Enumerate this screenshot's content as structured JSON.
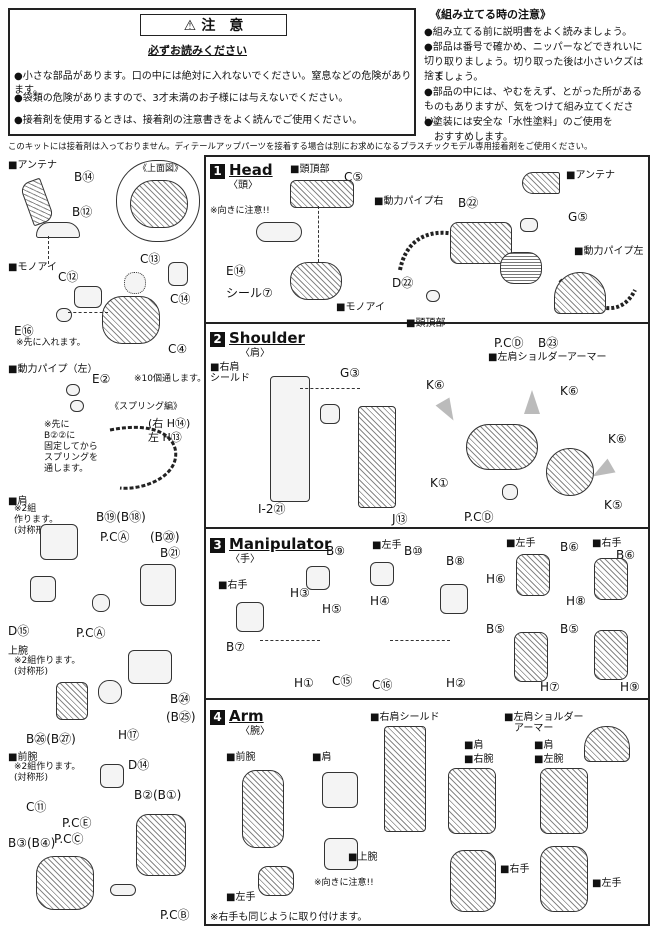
{
  "caution": {
    "title": "注　意",
    "subtitle": "必ずお読みください",
    "lines": [
      "●小さな部品があります。口の中には絶対に入れないでください。窒息などの危険があります。",
      "●袋類の危険がありますので、3才未満のお子様には与えないでください。",
      "●接着剤を使用するときは、接着剤の注意書きをよく読んでご使用ください。"
    ]
  },
  "notes": {
    "title": "《組み立てる時の注意》",
    "lines": [
      "●組み立てる前に説明書をよく読みましょう。",
      "●部品は番号で確かめ、ニッパーなどできれいに切",
      "　り取りましょう。切り取った後は小さいクズは捨て",
      "　ましょう。",
      "●部品の中には、やむをえず、とがった所があるも",
      "　のもありますが、気をつけて組み立てください。",
      "●塗装には安全な「水性塗料」のご使用を",
      "　おすすめします。"
    ]
  },
  "kit_note": "このキットには接着剤は入っておりません。ディテールアップパーツを接着する場合は別にお求めになるプラスチックモデル専用接着剤をご使用ください。",
  "left": {
    "antenna": "■アンテナ",
    "b14": "B⑭",
    "b12": "B⑫",
    "top_view": "《上面図》",
    "c13": "C⑬",
    "c14": "C⑭",
    "mono_eye": "■モノアイ",
    "c12": "C⑫",
    "e16": "E⑯",
    "insert_first": "※先に入れます。",
    "c4": "C④",
    "power_pipe": "■動力パイプ（左）",
    "e2": "E②",
    "e2_note": "※10個通します。",
    "spring": "《スプリング編》",
    "right_h14": "(右 H⑭)",
    "left_h13": "左 H⑬",
    "b22_note": "※先に\nB②②に\n固定してから\nスプリングを\n通します。",
    "shoulder": "■肩",
    "shoulder_note": "※2組\n作ります。\n(対称形)",
    "b19": "B⑲(B⑱)",
    "pca1": "P.CⒶ",
    "b20": "(B⑳)",
    "b21": "B㉑",
    "d15": "D⑮",
    "pca2": "P.CⒶ",
    "upper_arm": "上腕",
    "upper_arm_note": "※2組作ります。\n(対称形)",
    "b24": "B㉔",
    "b25": "(B㉕)",
    "b26": "B㉖(B㉗)",
    "h17": "H⑰",
    "forearm": "■前腕",
    "forearm_note": "※2組作ります。\n(対称形)",
    "d14": "D⑭",
    "c11": "C⑪",
    "b2": "B②(B①)",
    "pce": "P.CⒺ",
    "pcc": "P.CⒸ",
    "b3": "B③(B④)",
    "pcb": "P.CⒷ"
  },
  "head": {
    "num": "1",
    "title": "Head",
    "jp": "〈頭〉",
    "head_top": "■頭頂部",
    "c5": "C⑤",
    "orient": "※向きに注意!!",
    "e14": "E⑭",
    "seal": "シール⑦",
    "mono_eye": "■モノアイ",
    "pipe_right": "■動力パイプ右",
    "b22": "B㉒",
    "antenna": "■アンテナ",
    "g5": "G⑤",
    "pipe_left": "■動力パイプ左",
    "d22": "D㉒",
    "head_top2": "■頭頂部",
    "pcd": "P.CⒹ",
    "b23": "B㉓"
  },
  "shoulder": {
    "num": "2",
    "title": "Shoulder",
    "jp": "〈肩〉",
    "right_shield": "■右肩\nシールド",
    "g3": "G③",
    "left_armor": "■左肩ショルダーアーマー",
    "k6a": "K⑥",
    "k6b": "K⑥",
    "k6c": "K⑥",
    "k1": "K①",
    "pcd": "P.CⒹ",
    "k5": "K⑤",
    "i2": "I-2㉑",
    "j13": "J⑬"
  },
  "manipulator": {
    "num": "3",
    "title": "Manipulator",
    "jp": "〈手〉",
    "b9": "B⑨",
    "left_hand": "■左手",
    "b10": "B⑩",
    "b8": "B⑧",
    "right_hand": "■右手",
    "h3": "H③",
    "h5": "H⑤",
    "h4": "H④",
    "b7": "B⑦",
    "h1": "H①",
    "c15": "C⑮",
    "c16": "C⑯",
    "h2": "H②",
    "g_left": "■左手",
    "g_right": "■右手",
    "gb6a": "B⑥",
    "gb6b": "B⑥",
    "h6": "H⑥",
    "h8": "H⑧",
    "gb5a": "B⑤",
    "gb5b": "B⑤",
    "h7": "H⑦",
    "h9": "H⑨"
  },
  "arm": {
    "num": "4",
    "title": "Arm",
    "jp": "〈腕〉",
    "forearm": "■前腕",
    "shoulder": "■肩",
    "upper": "■上腕",
    "orient": "※向きに注意!!",
    "left_hand": "■左手",
    "right_shield": "■右肩シールド",
    "right_shoulder": "■肩",
    "right_arm": "■右腕",
    "right_hand": "■右手",
    "left_armor": "■左肩ショルダー\n　アーマー",
    "left_shoulder": "■肩",
    "left_arm": "■左腕",
    "left_hand2": "■左手",
    "footnote": "※右手も同じように取り付けます。"
  }
}
